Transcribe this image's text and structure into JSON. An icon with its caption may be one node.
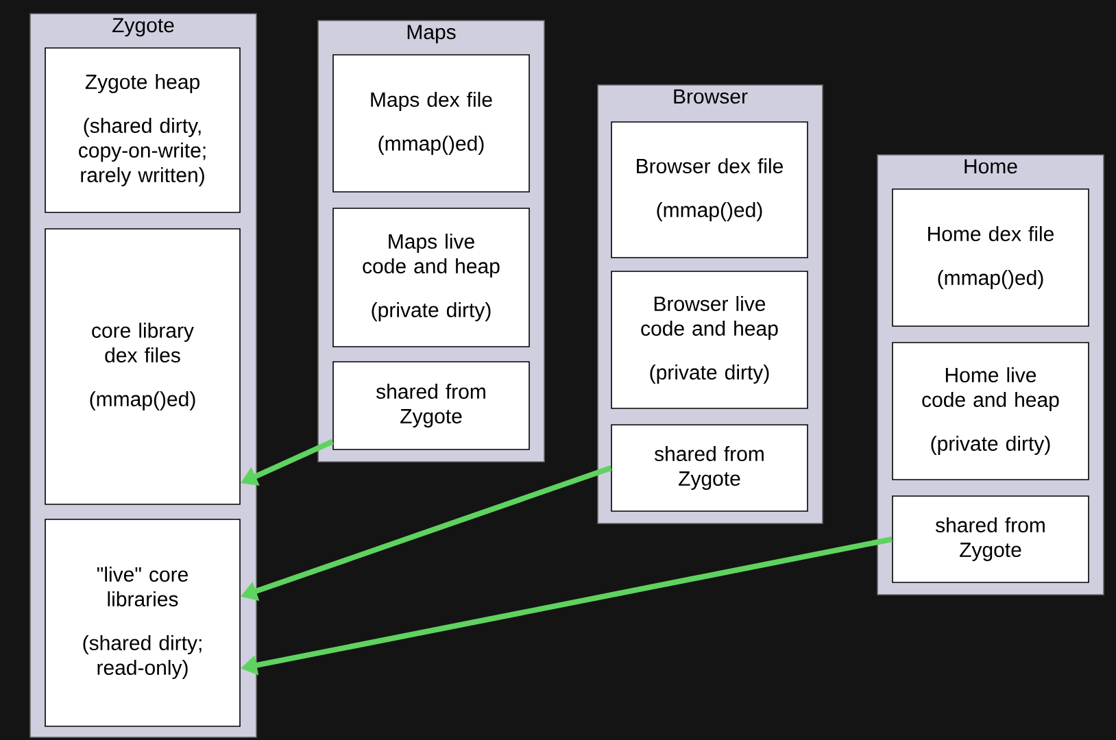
{
  "diagram": {
    "nodes": [
      {
        "text": [
          "Zygote"
        ]
      },
      {
        "text": [
          "Zygote heap",
          "(shared dirty, copy-on-write; rarely written)"
        ],
        "in": 0
      },
      {
        "text": [
          "core library dex files",
          "(mmap()ed)"
        ],
        "in": 0
      },
      {
        "text": [
          "\"live\" core libraries",
          "(shared dirty; read-only)"
        ],
        "in": 0
      },
      {
        "text": [
          "Maps"
        ]
      },
      {
        "text": [
          "Maps dex file",
          "(mmap()ed)"
        ],
        "in": 4
      },
      {
        "text": [
          "Maps live code and heap",
          "(private dirty)"
        ],
        "in": 4
      },
      {
        "text": [
          "shared from Zygote"
        ],
        "in": 4
      },
      {
        "text": [
          "Browser"
        ]
      },
      {
        "text": [
          "Browser dex file",
          "(mmap()ed)"
        ],
        "in": 8
      },
      {
        "text": [
          "Browser live code and heap",
          "(private dirty)"
        ],
        "in": 8
      },
      {
        "text": [
          "shared from Zygote"
        ],
        "in": 8
      },
      {
        "text": [
          "Home"
        ]
      },
      {
        "text": [
          "Home dex file",
          "(mmap()ed)"
        ],
        "in": 12
      },
      {
        "text": [
          "Home live code and heap",
          "(private dirty)"
        ],
        "in": 12
      },
      {
        "text": [
          "shared from Zygote"
        ],
        "in": 12
      }
    ],
    "edges": [
      {
        "from": 7,
        "to": 2,
        "arrow": "to"
      },
      {
        "from": 11,
        "to": 3,
        "arrow": "to"
      },
      {
        "from": 15,
        "to": 3,
        "arrow": "to"
      }
    ]
  }
}
